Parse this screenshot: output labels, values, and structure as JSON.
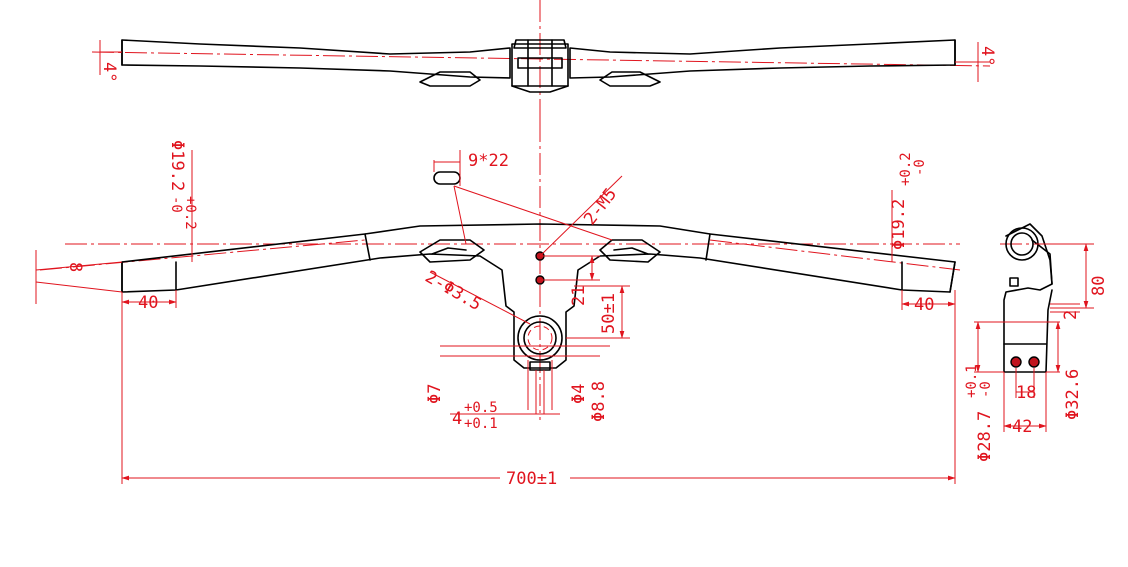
{
  "drawing": {
    "top_view": {
      "clamp_angle_left": "4°",
      "clamp_angle_right": "4°"
    },
    "front_view": {
      "slot_size": "9*22",
      "thread_callout": "2-M5",
      "hole_callout": "2-Φ3.5",
      "left_clamp_diameter": "Φ19.2",
      "left_clamp_tol_upper": "+0.2",
      "left_clamp_tol_lower": "-0",
      "right_clamp_diameter": "Φ19.2",
      "right_clamp_tol_upper": "+0.2",
      "right_clamp_tol_lower": "-0",
      "drop_8": "8",
      "left_clamp_len": "40",
      "right_clamp_len": "40",
      "bolt_spacing": "21",
      "stem_height": "50±1",
      "bore_phi7": "Φ7",
      "bore_phi4": "Φ4",
      "bore_phi88": "Φ8.8",
      "offset_value": "4",
      "offset_tol_upper": "+0.5",
      "offset_tol_lower": "+0.1",
      "total_width": "700±1"
    },
    "side_view": {
      "height_80": "80",
      "rise_2": "2",
      "steerer_diameter": "Φ28.7",
      "steerer_tol_upper": "+0.1",
      "steerer_tol_lower": "-0",
      "bolt_spacing_18": "18",
      "clamp_width_42": "42",
      "bar_diameter": "Φ32.6"
    }
  }
}
